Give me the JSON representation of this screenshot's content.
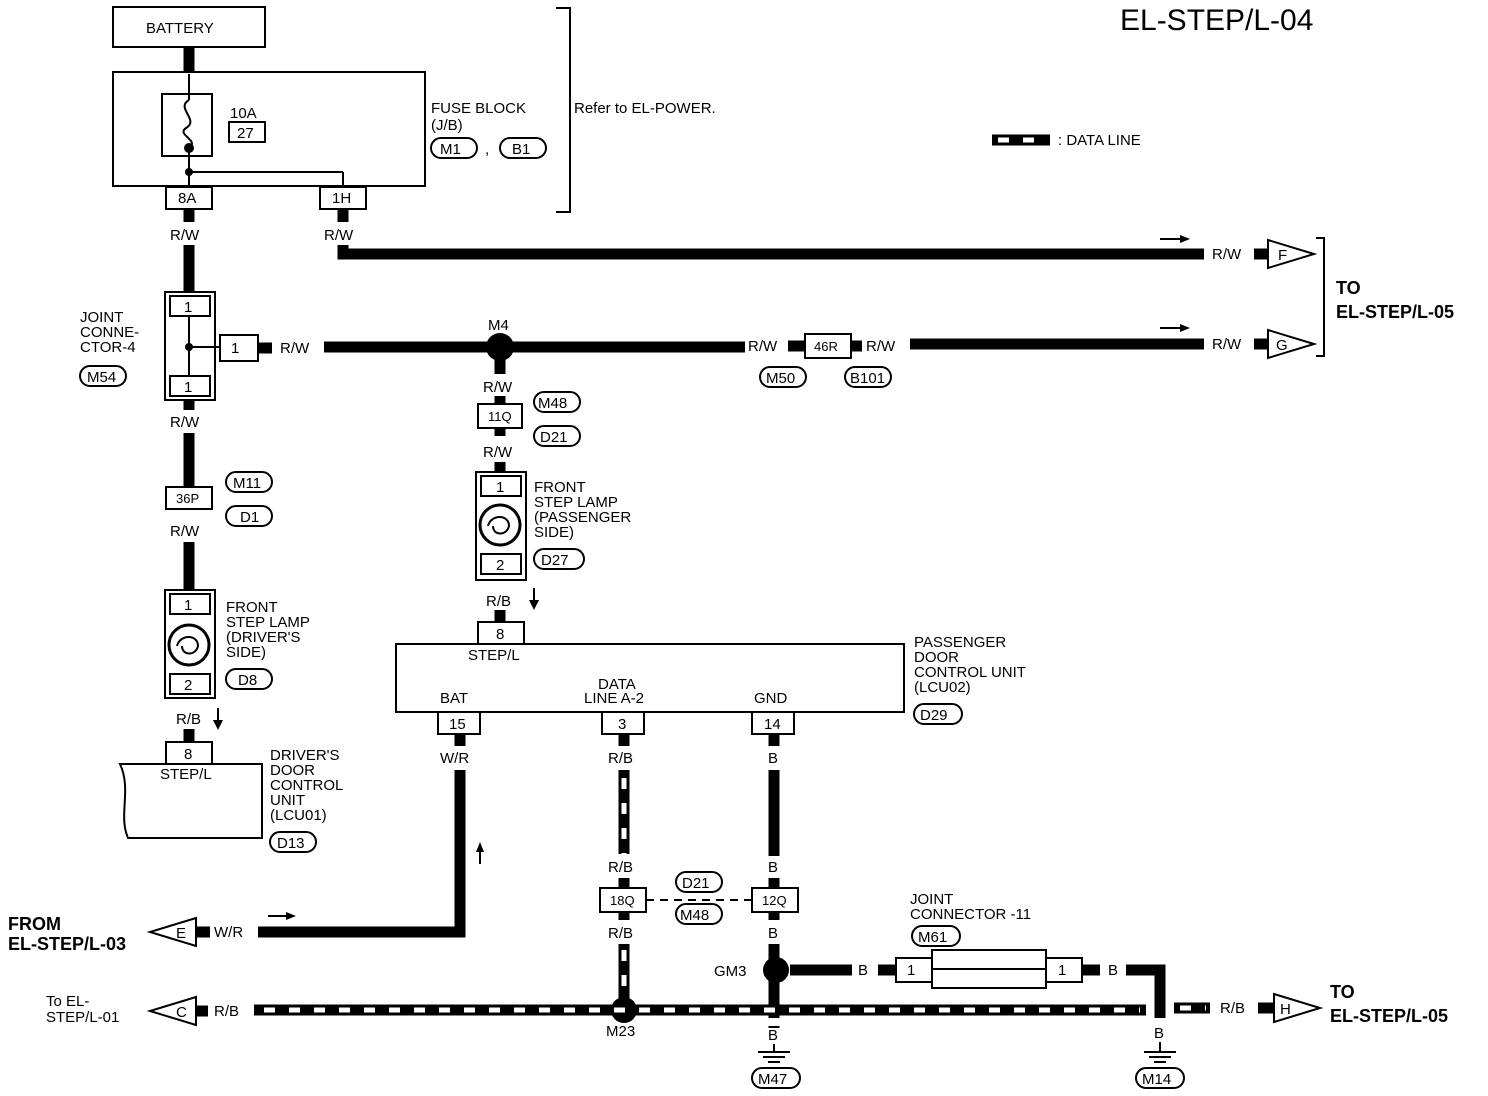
{
  "title": "EL-STEP/L-04",
  "legend": {
    "data_line": ": DATA LINE"
  },
  "battery": "BATTERY",
  "fuse": {
    "amp": "10A",
    "number": "27"
  },
  "fuse_block": {
    "name": "FUSE BLOCK",
    "sub": "(J/B)",
    "conn_a": "M1",
    "sep": ",",
    "conn_b": "B1",
    "refer": "Refer to EL-POWER."
  },
  "fuse_terms": {
    "left": "8A",
    "right": "1H"
  },
  "wires": {
    "rw": "R/W",
    "rb": "R/B",
    "wr": "W/R",
    "b": "B"
  },
  "joint4": {
    "line1": "JOINT",
    "line2": "CONNE-",
    "line3": "CTOR-4",
    "conn": "M54",
    "pin_top": "1",
    "pin_side": "1",
    "pin_bottom": "1"
  },
  "splices": {
    "m4": "M4",
    "m23": "M23",
    "gm3": "GM3"
  },
  "inline_conns": {
    "c46r": "46R",
    "m50": "M50",
    "b101": "B101",
    "c11q": "11Q",
    "m48": "M48",
    "d21": "D21",
    "c36p": "36P",
    "m11": "M11",
    "d1": "D1",
    "c18q": "18Q",
    "c12q": "12Q",
    "d21b": "D21",
    "m48b": "M48"
  },
  "lamp_driver": {
    "l1": "FRONT",
    "l2": "STEP LAMP",
    "l3": "(DRIVER'S",
    "l4": " SIDE)",
    "conn": "D8",
    "pin1": "1",
    "pin2": "2"
  },
  "lamp_pass": {
    "l1": "FRONT",
    "l2": "STEP LAMP",
    "l3": "(PASSENGER",
    "l4": " SIDE)",
    "conn": "D27",
    "pin1": "1",
    "pin2": "2"
  },
  "lcu01": {
    "pin": "8",
    "pin_label": "STEP/L",
    "l1": "DRIVER'S",
    "l2": "DOOR",
    "l3": "CONTROL",
    "l4": "UNIT",
    "l5": "(LCU01)",
    "conn": "D13"
  },
  "lcu02": {
    "pin_top": "8",
    "pin_top_label": "STEP/L",
    "l1": "PASSENGER",
    "l2": "DOOR",
    "l3": "CONTROL UNIT",
    "l4": "(LCU02)",
    "conn": "D29",
    "bat_label": "BAT",
    "bat_pin": "15",
    "data_label1": "DATA",
    "data_label2": "LINE A-2",
    "data_pin": "3",
    "gnd_label": "GND",
    "gnd_pin": "14"
  },
  "joint11": {
    "l1": "JOINT",
    "l2": "CONNECTOR -11",
    "conn": "M61",
    "pin_left": "1",
    "pin_right": "1"
  },
  "grounds": {
    "m47": "M47",
    "m14": "M14"
  },
  "arrows": {
    "f": "F",
    "g": "G",
    "e": "E",
    "c": "C",
    "h": "H",
    "to_right": {
      "l1": "TO",
      "l2": "EL-STEP/L-05"
    },
    "from_left": {
      "l1": "FROM",
      "l2": "EL-STEP/L-03"
    },
    "to_left": {
      "l1": "To EL-",
      "l2": "STEP/L-01"
    },
    "to_bottom": {
      "l1": "TO",
      "l2": "EL-STEP/L-05"
    }
  }
}
